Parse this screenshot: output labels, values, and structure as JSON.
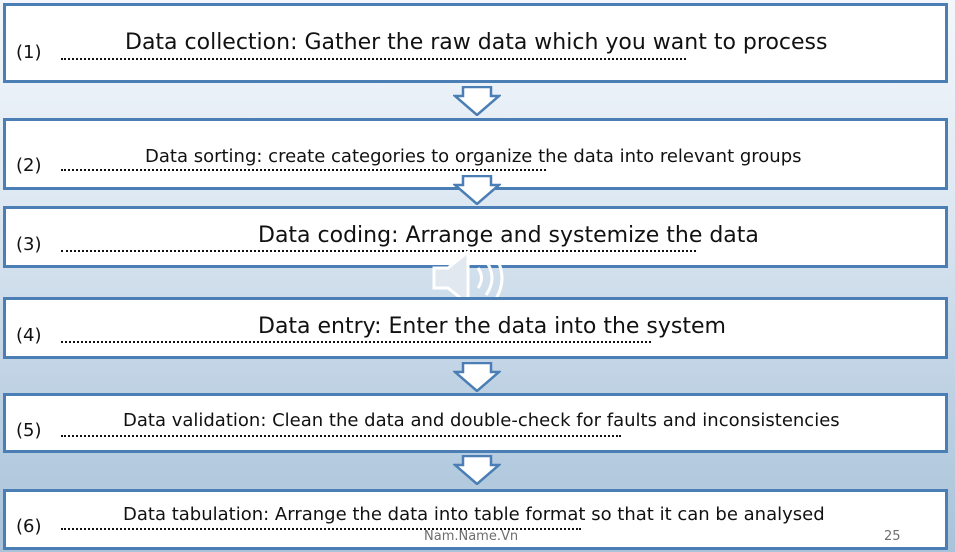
{
  "steps": [
    {
      "number": "(1)",
      "text": "Data collection: Gather the raw data which you want to process"
    },
    {
      "number": "(2)",
      "text": "Data sorting: create categories to organize the data into relevant groups"
    },
    {
      "number": "(3)",
      "text": "Data coding: Arrange and systemize the data"
    },
    {
      "number": "(4)",
      "text": "Data entry: Enter the data into the system"
    },
    {
      "number": "(5)",
      "text": "Data validation: Clean the data and double-check for faults and inconsistencies"
    },
    {
      "number": "(6)",
      "text": "Data tabulation: Arrange the data into table format so that it can be analysed"
    }
  ],
  "footer": {
    "site": "Nam.Name.Vn",
    "page": "25"
  },
  "icons": {
    "arrow": "down-arrow-icon",
    "audio": "speaker-icon"
  },
  "colors": {
    "border": "#4a7eb5",
    "background_top": "#f3f7fb",
    "background_bottom": "#a9c3da"
  }
}
